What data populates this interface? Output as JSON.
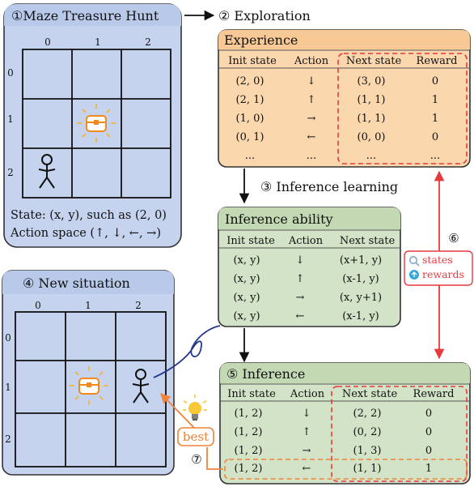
{
  "maze": {
    "title": "①Maze Treasure Hunt",
    "col_labels": [
      "0",
      "1",
      "2"
    ],
    "row_labels": [
      "0",
      "1",
      "2"
    ],
    "state_text": "State: (x, y), such as (2, 0)",
    "action_text": "Action space (↑, ↓, ←, →)"
  },
  "exploration": {
    "title": "② Exploration",
    "box_title": "Experience",
    "headers": [
      "Init state",
      "Action",
      "Next state",
      "Reward"
    ],
    "rows": [
      [
        "(2, 0)",
        "↓",
        "(3, 0)",
        "0"
      ],
      [
        "(2, 1)",
        "↑",
        "(1, 1)",
        "1"
      ],
      [
        "(1, 0)",
        "→",
        "(1, 1)",
        "1"
      ],
      [
        "(0, 1)",
        "←",
        "(0, 0)",
        "0"
      ],
      [
        "...",
        "...",
        "...",
        "..."
      ]
    ]
  },
  "inference_learning": {
    "label": "③ Inference learning"
  },
  "inference_ability": {
    "title": "Inference ability",
    "headers": [
      "Init state",
      "Action",
      "Next state"
    ],
    "rows": [
      [
        "(x, y)",
        "↓",
        "(x+1, y)"
      ],
      [
        "(x, y)",
        "↑",
        "(x-1, y)"
      ],
      [
        "(x, y)",
        "→",
        "(x, y+1)"
      ],
      [
        "(x, y)",
        "←",
        "(x-1, y)"
      ]
    ]
  },
  "new_situation": {
    "title": "④ New situation",
    "col_labels": [
      "0",
      "1",
      "2"
    ],
    "row_labels": [
      "0",
      "1",
      "2"
    ]
  },
  "inference": {
    "title": "⑤ Inference",
    "headers": [
      "Init state",
      "Action",
      "Next state",
      "Reward"
    ],
    "rows": [
      [
        "(1, 2)",
        "↓",
        "(2, 2)",
        "0"
      ],
      [
        "(1, 2)",
        "↑",
        "(0, 2)",
        "0"
      ],
      [
        "(1, 2)",
        "→",
        "(1, 3)",
        "0"
      ],
      [
        "(1, 2)",
        "←",
        "(1, 1)",
        "1"
      ]
    ]
  },
  "compare": {
    "number": "⑥",
    "states": "states",
    "rewards": "rewards"
  },
  "best": {
    "label": "best",
    "number": "⑦"
  },
  "colors": {
    "blue_fill": "#c5d3ee",
    "orange_fill": "#fbd7ae",
    "green_fill": "#d2e3c7",
    "red": "#e8393d",
    "orange": "#f0843a",
    "dark_blue": "#253a8a"
  }
}
